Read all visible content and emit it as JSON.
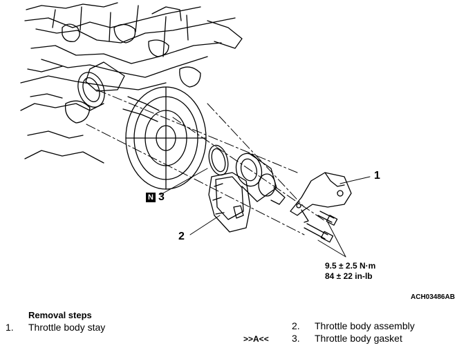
{
  "callouts": {
    "c1": "1",
    "c2": "2",
    "c3": "3"
  },
  "badge": {
    "letter": "N",
    "number": "3"
  },
  "torque": {
    "metric": "9.5 ± 2.5 N·m",
    "imperial": "84 ± 22 in-lb"
  },
  "figure_id": "ACH03486AB",
  "steps_title": "Removal steps",
  "steps": [
    {
      "num": "1.",
      "label": "Throttle body stay",
      "ref": ""
    },
    {
      "num": "2.",
      "label": "Throttle body assembly",
      "ref": ""
    },
    {
      "num": "3.",
      "label": "Throttle body gasket",
      "ref": ">>A<<"
    }
  ]
}
